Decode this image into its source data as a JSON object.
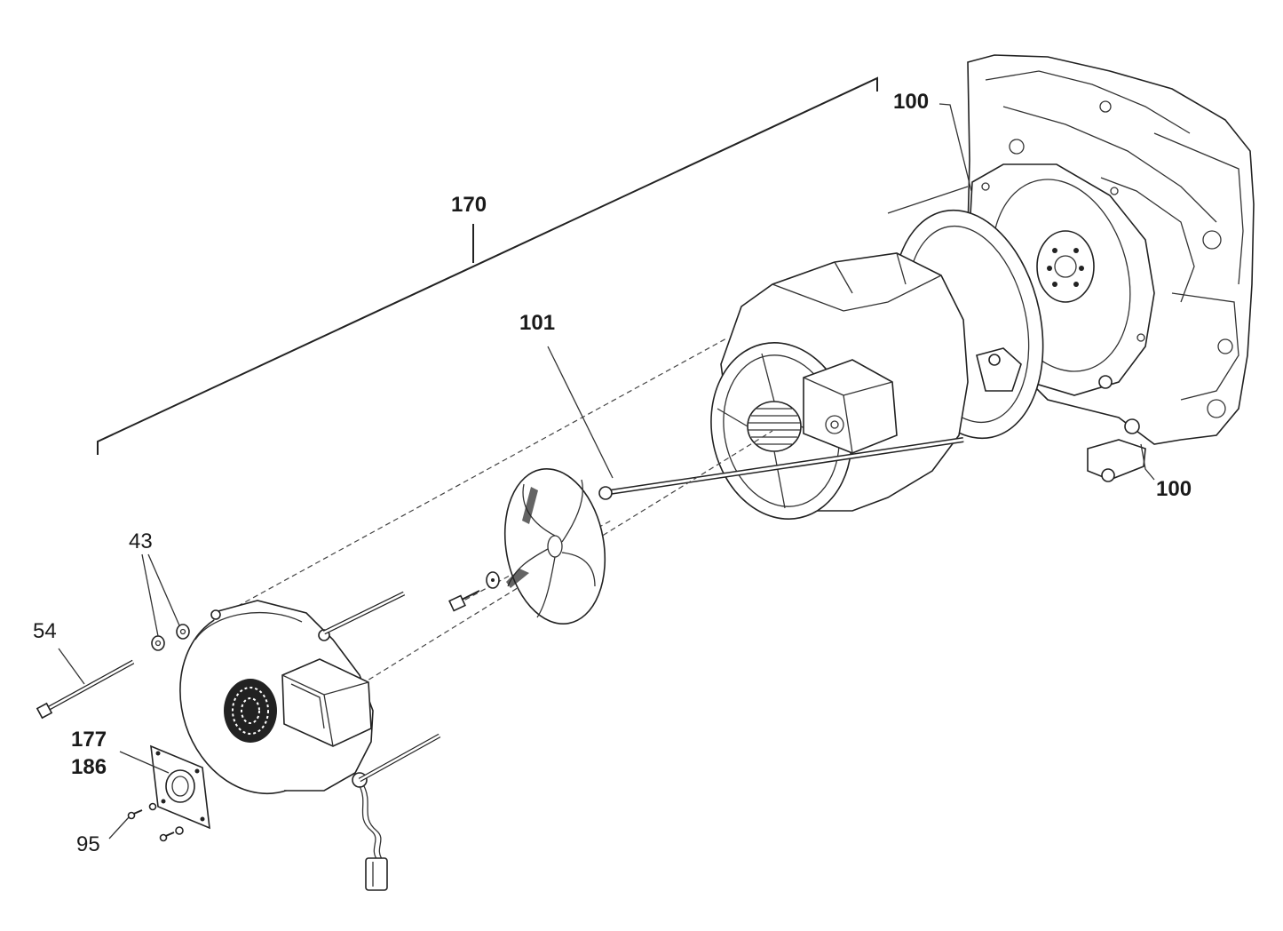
{
  "callouts": {
    "c170": "170",
    "c100a": "100",
    "c100b": "100",
    "c101": "101",
    "c43": "43",
    "c54": "54",
    "c177": "177",
    "c186": "186",
    "c95": "95"
  },
  "colors": {
    "line": "#222222",
    "background": "#ffffff"
  }
}
